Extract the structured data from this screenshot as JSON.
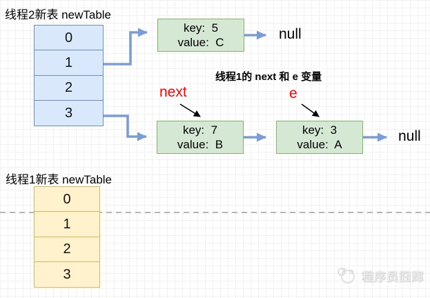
{
  "thread2_table": {
    "title": "线程2新表 newTable",
    "buckets": [
      "0",
      "1",
      "2",
      "3"
    ]
  },
  "thread1_table": {
    "title": "线程1新表 newTable",
    "buckets": [
      "0",
      "1",
      "2",
      "3"
    ]
  },
  "annotation": {
    "heading": "线程1的 next 和 e 变量",
    "next_label": "next",
    "e_label": "e"
  },
  "nodes": {
    "node5": {
      "key": "key:  5",
      "value": "value:  C"
    },
    "node7": {
      "key": "key:  7",
      "value": "value:  B"
    },
    "node3": {
      "key": "key:  3",
      "value": "value:  A"
    }
  },
  "nulls": {
    "after_node5": "null",
    "after_node3": "null"
  },
  "watermark": {
    "text": "程序员囧辉"
  },
  "colors": {
    "bucket_fill_blue": "#dae8fc",
    "bucket_border_blue": "#6c8ebf",
    "bucket_fill_yellow": "#fff2cc",
    "bucket_border_yellow": "#d6b656",
    "node_fill_green": "#d5e8d4",
    "node_border_green": "#82b366",
    "arrow_blue": "#7a9dd9",
    "label_red": "#fe0000",
    "dashed_line_gray": "#b5b5b5"
  }
}
